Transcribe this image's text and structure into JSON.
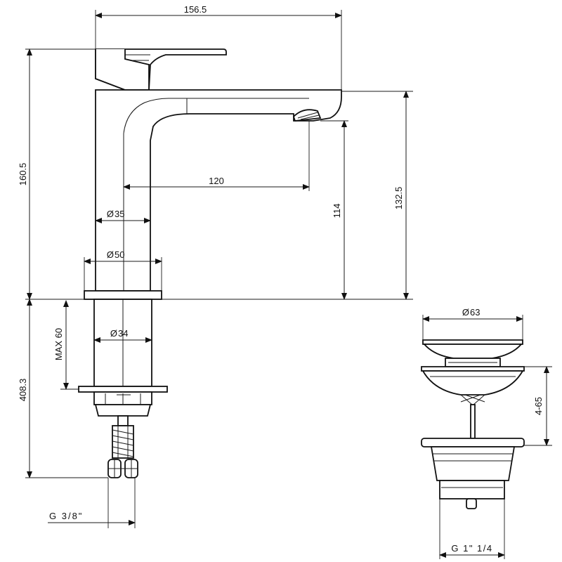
{
  "dimensions": {
    "total_length": "156.5",
    "total_height": "160.5",
    "spout_reach": "120",
    "spout_height": "114",
    "body_height": "132.5",
    "body_diameter": "35",
    "base_diameter": "50",
    "shank_diameter": "34",
    "max_thickness": "MAX 60",
    "hose_length": "408.3",
    "hose_thread": "G 3/8\"",
    "waste_diameter": "63",
    "waste_range": "4-65",
    "waste_thread": "G 1\" 1/4"
  },
  "diameter_symbol": "Ø",
  "colors": {
    "line": "#111111",
    "background": "#ffffff"
  }
}
